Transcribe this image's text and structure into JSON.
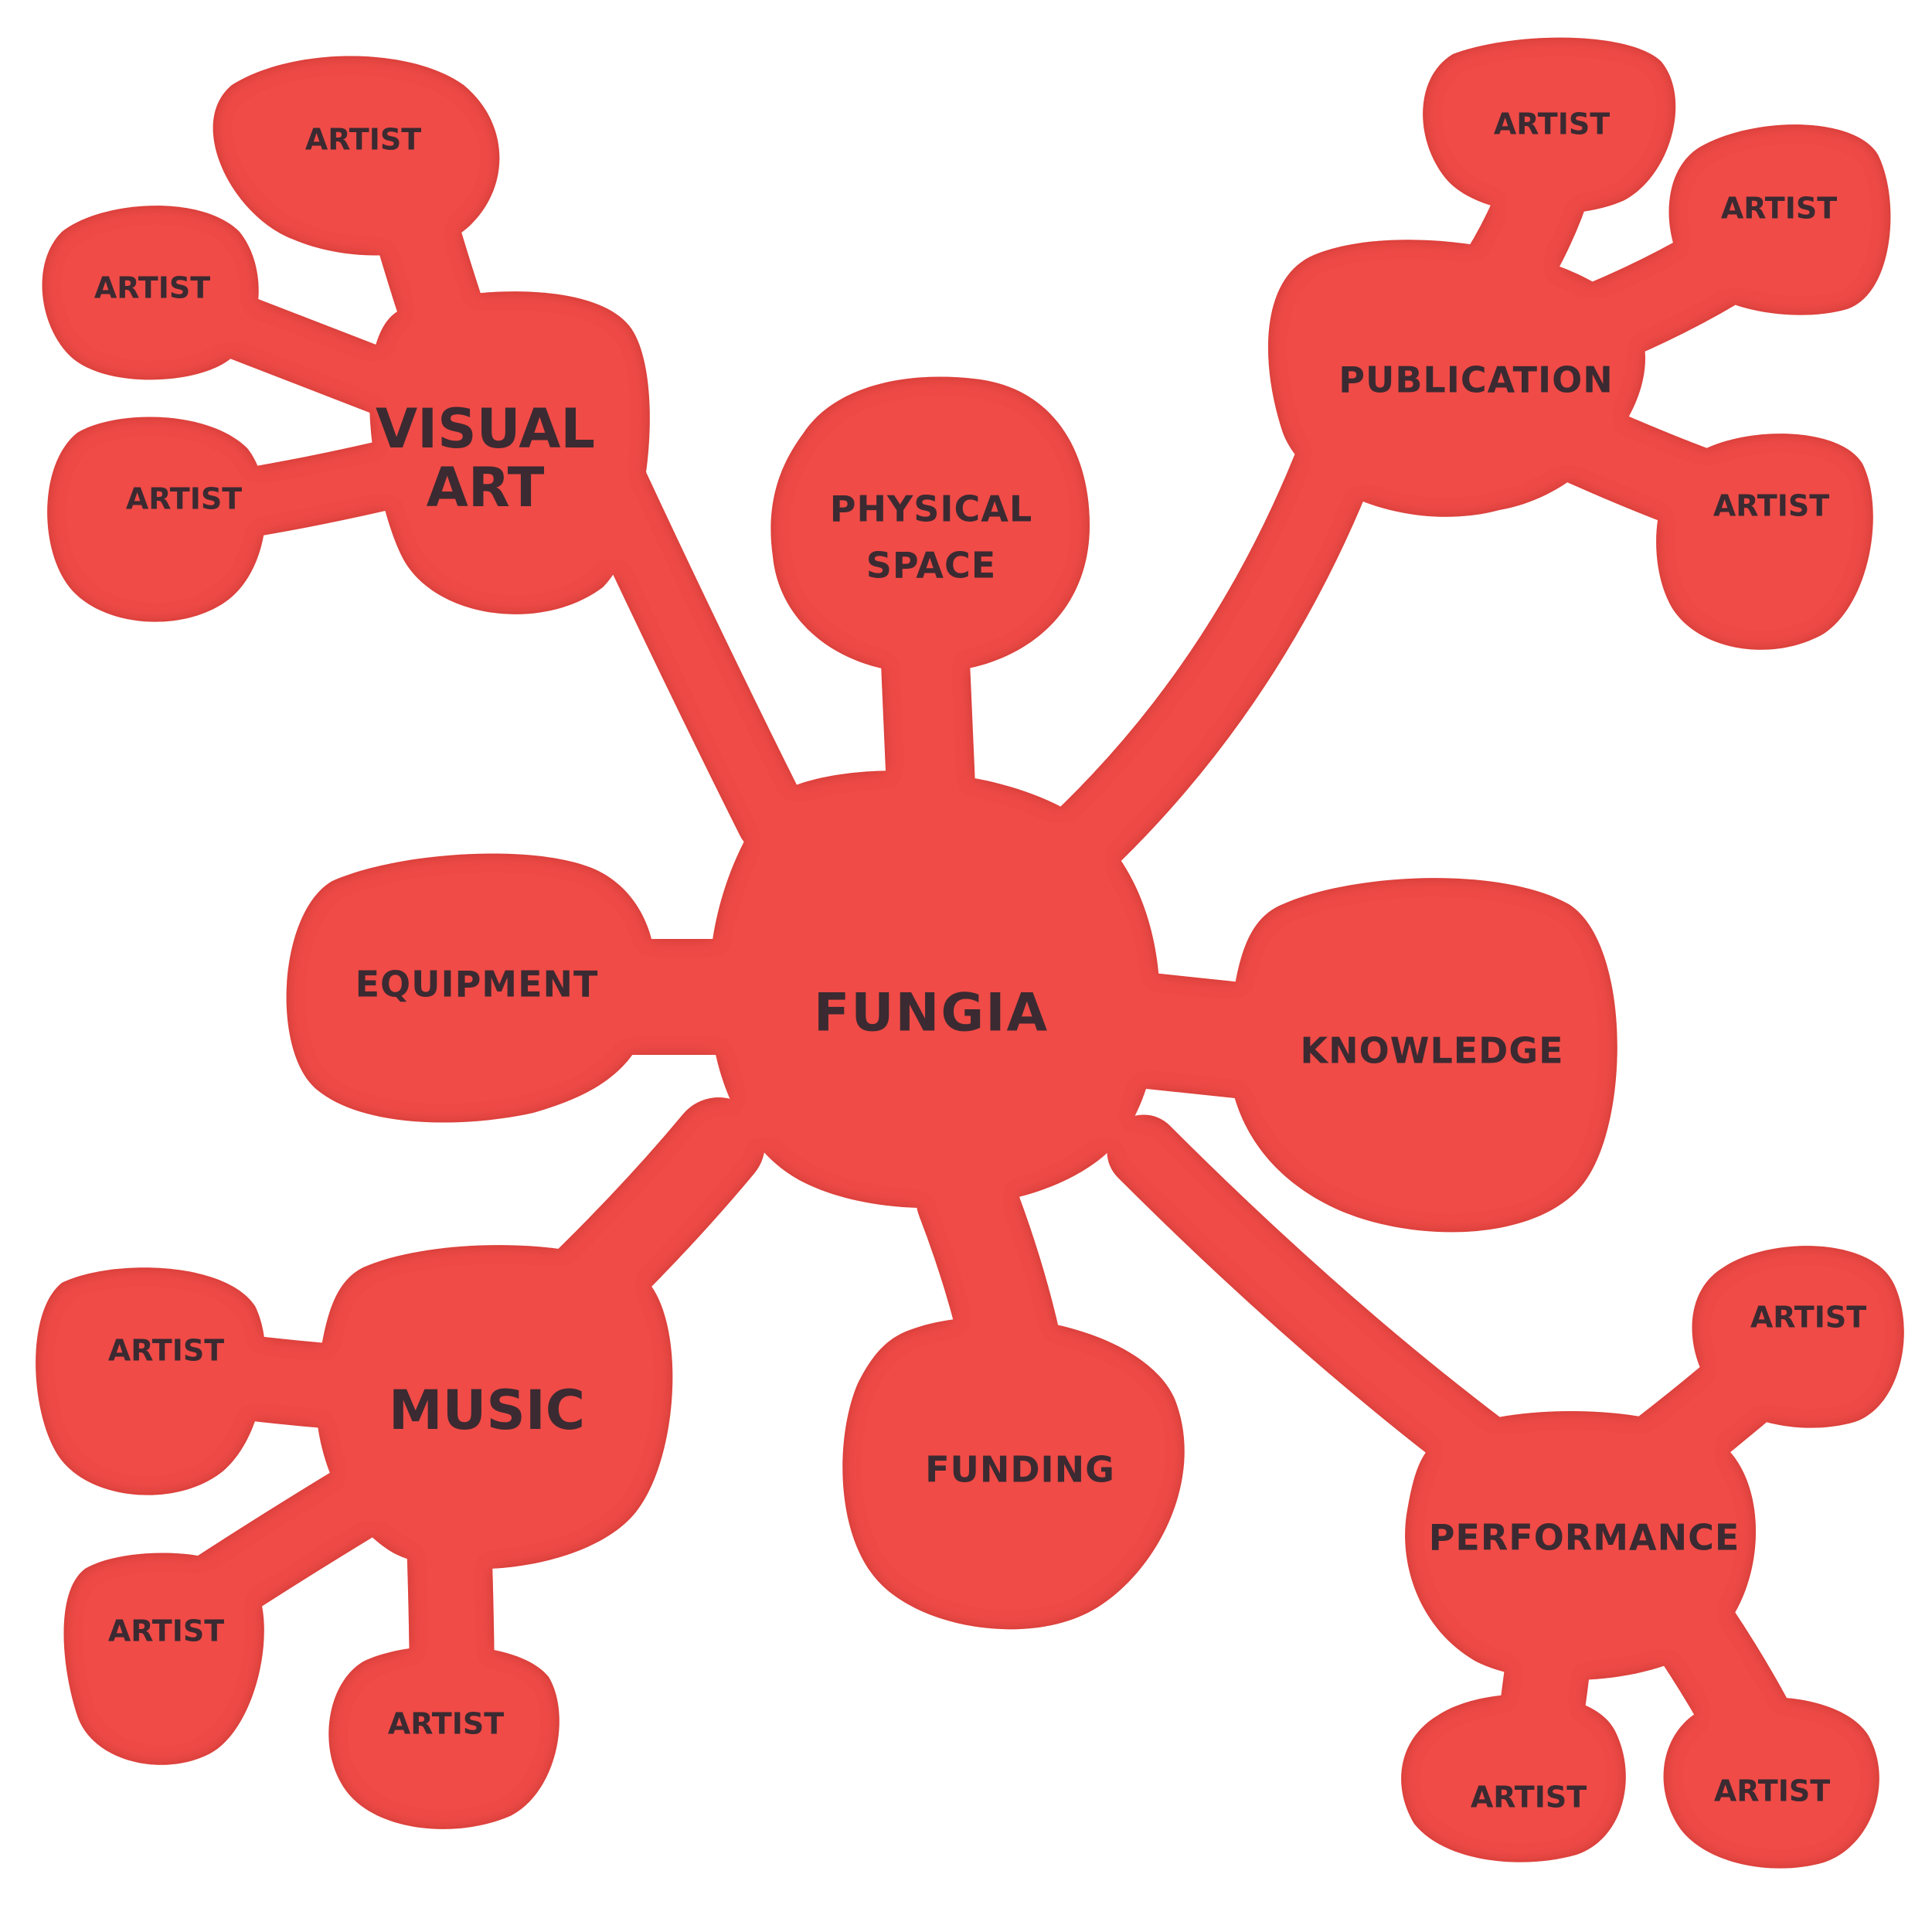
{
  "colors": {
    "blob": "#f04b47",
    "blob_edge": "#b3302d",
    "text": "#3b2a31",
    "background": "#ffffff"
  },
  "center": {
    "label": "FUNGIA"
  },
  "categories": {
    "visual_art": {
      "line1": "VISUAL",
      "line2": "ART"
    },
    "publication": {
      "label": "PUBLICATION"
    },
    "physical_space": {
      "line1": "PHYSICAL",
      "line2": "SPACE"
    },
    "equipment": {
      "label": "EQUIPMENT"
    },
    "knowledge": {
      "label": "KNOWLEDGE"
    },
    "music": {
      "label": "MUSIC"
    },
    "funding": {
      "label": "FUNDING"
    },
    "performance": {
      "label": "PERFORMANCE"
    }
  },
  "artists": {
    "visual_art": [
      "ARTIST",
      "ARTIST",
      "ARTIST"
    ],
    "publication": [
      "ARTIST",
      "ARTIST",
      "ARTIST"
    ],
    "music": [
      "ARTIST",
      "ARTIST",
      "ARTIST"
    ],
    "performance": [
      "ARTIST",
      "ARTIST",
      "ARTIST"
    ]
  }
}
